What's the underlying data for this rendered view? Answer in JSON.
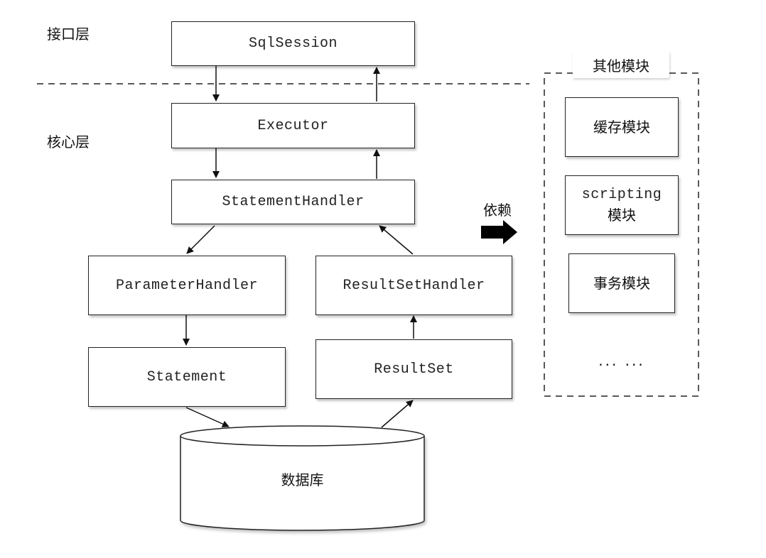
{
  "layers": {
    "interface": "接口层",
    "core": "核心层"
  },
  "boxes": {
    "sqlsession": "SqlSession",
    "executor": "Executor",
    "statement_handler": "StatementHandler",
    "parameter_handler": "ParameterHandler",
    "resultset_handler": "ResultSetHandler",
    "statement": "Statement",
    "resultset": "ResultSet",
    "database": "数据库"
  },
  "dependency_label": "依赖",
  "other_modules": {
    "title": "其他模块",
    "items": [
      {
        "line1": "缓存模块",
        "line2": ""
      },
      {
        "line1": "scripting",
        "line2": "模块"
      },
      {
        "line1": "事务模块",
        "line2": ""
      }
    ],
    "ellipsis": "··· ···"
  }
}
